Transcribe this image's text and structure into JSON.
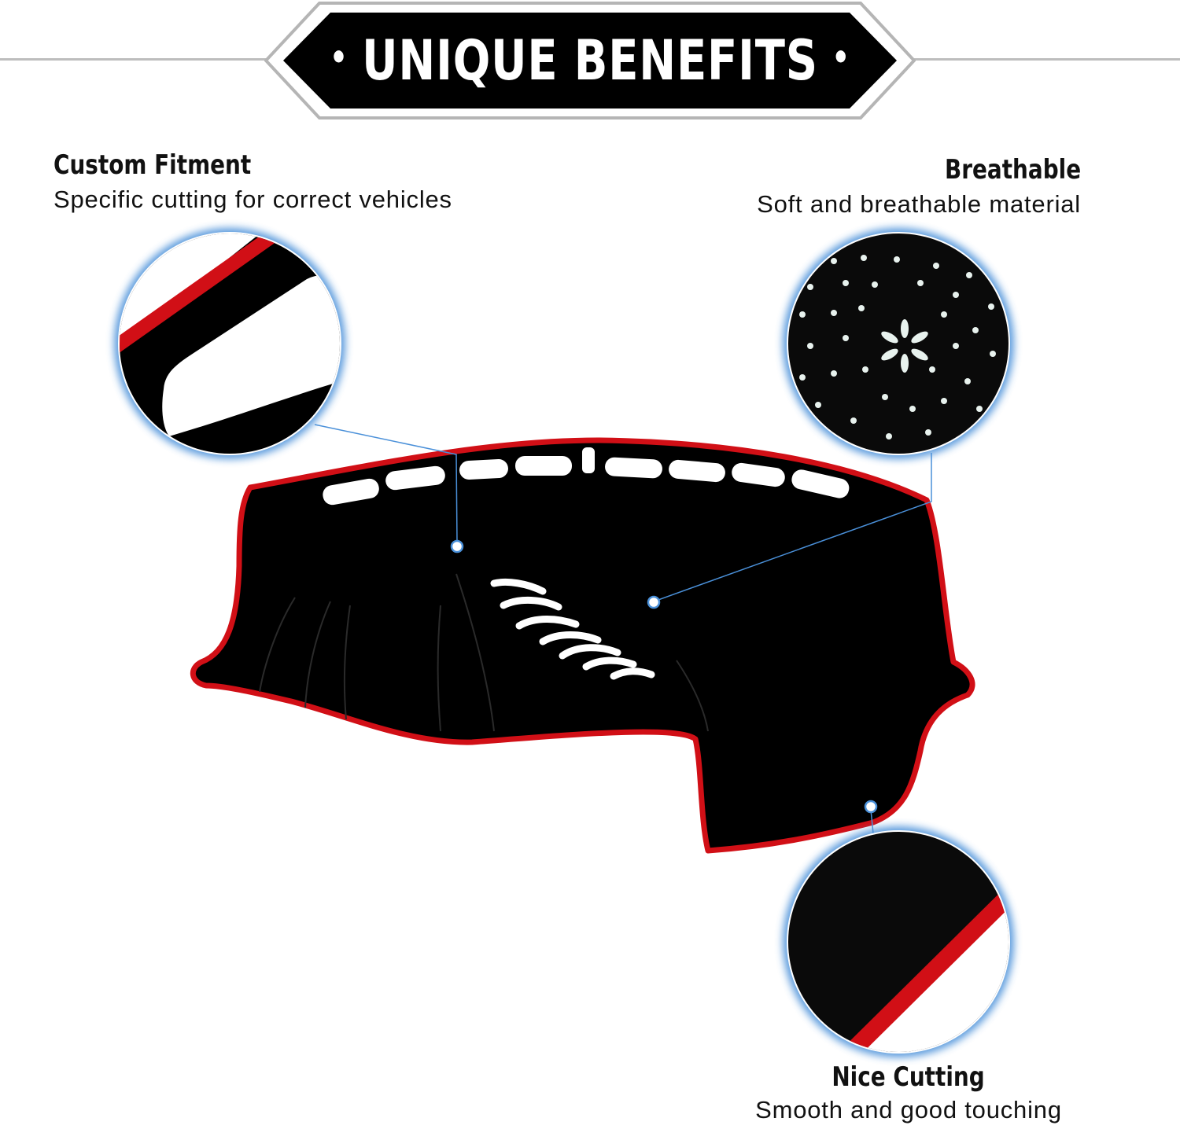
{
  "banner": {
    "title": "UNIQUE BENEFITS",
    "bullet": "•"
  },
  "features": [
    {
      "title": "Custom Fitment",
      "description": "Specific cutting for correct vehicles"
    },
    {
      "title": "Breathable",
      "description": "Soft and breathable material"
    },
    {
      "title": "Nice Cutting",
      "description": "Smooth and good touching"
    }
  ],
  "colors": {
    "mat": "#000000",
    "trim": "#d10f16",
    "callout": "#4a90d9",
    "banner": "#000000"
  },
  "icons": [
    "detail-zoom-circle",
    "dot-marker"
  ]
}
